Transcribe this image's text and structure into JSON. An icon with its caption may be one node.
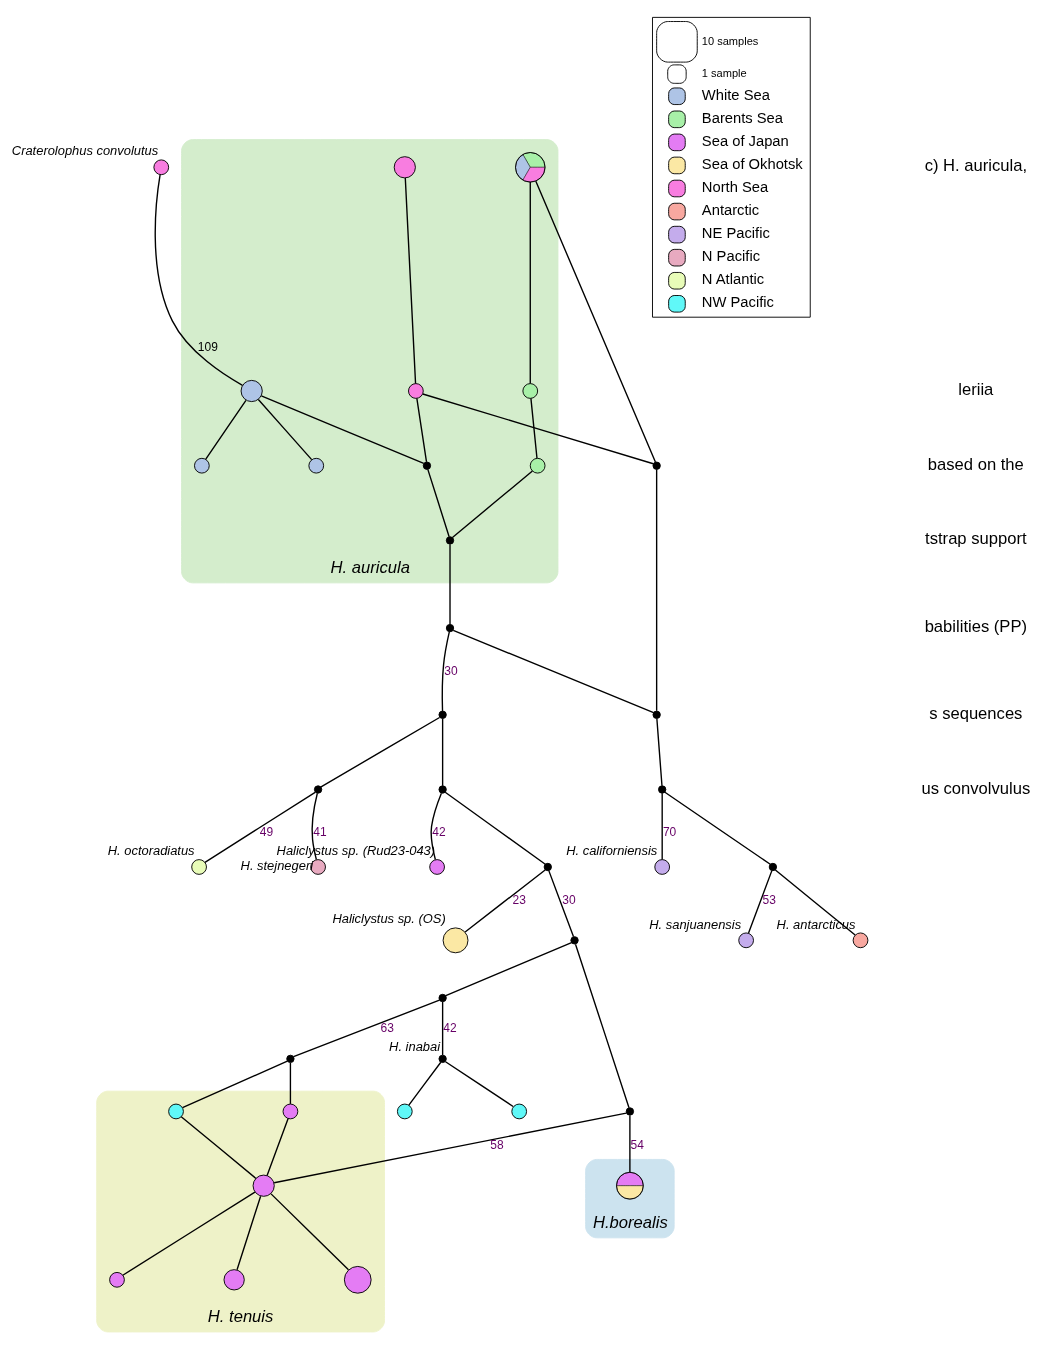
{
  "diagram": {
    "nodes": [
      {
        "text": [],
        "shape": "circle",
        "beside": [
          "Craterolophus convolutus"
        ]
      },
      {
        "text": [
          "H. auricula"
        ]
      },
      {
        "text": [],
        "shape": "circle",
        "in": 1
      },
      {
        "text": [],
        "shape": "circle",
        "in": 1
      },
      {
        "text": [],
        "shape": "circle",
        "in": 1
      },
      {
        "text": [],
        "shape": "circle",
        "in": 1
      },
      {
        "text": [],
        "shape": "circle",
        "in": 1
      },
      {
        "text": [],
        "shape": "circle",
        "in": 1
      },
      {
        "text": [],
        "shape": "circle",
        "in": 1
      },
      {
        "text": [],
        "shape": "circle",
        "in": 1
      },
      {
        "text": [],
        "shape": "circle",
        "in": 1
      },
      {
        "text": [],
        "shape": "circle",
        "in": 1
      },
      {
        "text": [],
        "shape": "circle",
        "beside": [
          "H. californiensis"
        ]
      },
      {
        "text": [],
        "shape": "circle",
        "beside": [
          "H. sanjuanensis"
        ]
      },
      {
        "text": [],
        "shape": "circle"
      },
      {
        "text": [],
        "shape": "circle"
      },
      {
        "text": [],
        "shape": "circle"
      },
      {
        "text": [],
        "shape": "circle"
      },
      {
        "text": [],
        "shape": "circle"
      },
      {
        "text": [],
        "shape": "circle",
        "beside": [
          "H. antarcticus"
        ]
      },
      {
        "text": [],
        "shape": "circle",
        "beside": [
          "Haliclystus sp. (Rud23-043)"
        ]
      },
      {
        "text": [],
        "shape": "circle"
      },
      {
        "text": [],
        "shape": "circle"
      },
      {
        "text": [],
        "shape": "circle"
      },
      {
        "text": [],
        "shape": "circle",
        "beside": [
          "H. octoradiatus"
        ]
      },
      {
        "text": [],
        "shape": "circle",
        "beside": [
          "H. stejnegeri"
        ]
      },
      {
        "text": [],
        "shape": "circle"
      },
      {
        "text": [],
        "shape": "circle",
        "beside": [
          "Haliclystus sp. (OS)"
        ]
      },
      {
        "text": [],
        "shape": "circle"
      },
      {
        "text": [],
        "shape": "circle"
      },
      {
        "text": [],
        "shape": "circle"
      },
      {
        "text": [
          "H.borealis"
        ]
      },
      {
        "text": [],
        "shape": "circle",
        "in": 31
      },
      {
        "text": [],
        "shape": "circle",
        "beside": [
          "H. inabai"
        ]
      },
      {
        "text": [],
        "shape": "circle"
      },
      {
        "text": [],
        "shape": "circle"
      },
      {
        "text": [
          "H. tenuis"
        ]
      },
      {
        "text": [],
        "shape": "circle",
        "in": 36
      },
      {
        "text": [],
        "shape": "circle",
        "in": 36
      },
      {
        "text": [],
        "shape": "circle",
        "in": 36
      },
      {
        "text": [],
        "shape": "circle",
        "in": 36
      },
      {
        "text": [],
        "shape": "circle",
        "in": 36
      },
      {
        "text": [],
        "shape": "circle"
      },
      {
        "text": [],
        "shape": "circle",
        "in": 36
      }
    ],
    "edges": [
      {
        "from": 0,
        "to": 5,
        "arrow": "none",
        "label": "109"
      },
      {
        "from": 2,
        "to": 3,
        "arrow": "none"
      },
      {
        "from": 3,
        "to": 10,
        "arrow": "none"
      },
      {
        "from": 3,
        "to": 14,
        "arrow": "none"
      },
      {
        "from": 5,
        "to": 4,
        "arrow": "none"
      },
      {
        "from": 5,
        "to": 6,
        "arrow": "none"
      },
      {
        "from": 5,
        "to": 10,
        "arrow": "none"
      },
      {
        "from": 10,
        "to": 11,
        "arrow": "none"
      },
      {
        "from": 7,
        "to": 8,
        "arrow": "none"
      },
      {
        "from": 8,
        "to": 9,
        "arrow": "none"
      },
      {
        "from": 9,
        "to": 11,
        "arrow": "none"
      },
      {
        "from": 7,
        "to": 14,
        "arrow": "none"
      },
      {
        "from": 11,
        "to": 16,
        "arrow": "none"
      },
      {
        "from": 14,
        "to": 15,
        "arrow": "none"
      },
      {
        "from": 16,
        "to": 15,
        "arrow": "none"
      },
      {
        "from": 15,
        "to": 17,
        "arrow": "none"
      },
      {
        "from": 17,
        "to": 12,
        "arrow": "none",
        "label": "70"
      },
      {
        "from": 17,
        "to": 18,
        "arrow": "none"
      },
      {
        "from": 18,
        "to": 13,
        "arrow": "none",
        "label": "53"
      },
      {
        "from": 18,
        "to": 19,
        "arrow": "none"
      },
      {
        "from": 16,
        "to": 22,
        "arrow": "none",
        "label": "30"
      },
      {
        "from": 22,
        "to": 21,
        "arrow": "none"
      },
      {
        "from": 21,
        "to": 24,
        "arrow": "none",
        "label": "49"
      },
      {
        "from": 21,
        "to": 25,
        "arrow": "none",
        "label": "41"
      },
      {
        "from": 22,
        "to": 23,
        "arrow": "none"
      },
      {
        "from": 23,
        "to": 20,
        "arrow": "none",
        "label": "42"
      },
      {
        "from": 23,
        "to": 26,
        "arrow": "none"
      },
      {
        "from": 26,
        "to": 27,
        "arrow": "none",
        "label": "23"
      },
      {
        "from": 26,
        "to": 28,
        "arrow": "none",
        "label": "30"
      },
      {
        "from": 28,
        "to": 29,
        "arrow": "none"
      },
      {
        "from": 28,
        "to": 30,
        "arrow": "none"
      },
      {
        "from": 30,
        "to": 32,
        "arrow": "none",
        "label": "54"
      },
      {
        "from": 30,
        "to": 40,
        "arrow": "none",
        "label": "58"
      },
      {
        "from": 29,
        "to": 33,
        "arrow": "none",
        "label": "42"
      },
      {
        "from": 29,
        "to": 42,
        "arrow": "none",
        "label": "63"
      },
      {
        "from": 33,
        "to": 34,
        "arrow": "none"
      },
      {
        "from": 33,
        "to": 35,
        "arrow": "none"
      },
      {
        "from": 42,
        "to": 39,
        "arrow": "none"
      },
      {
        "from": 42,
        "to": 43,
        "arrow": "none"
      },
      {
        "from": 39,
        "to": 40,
        "arrow": "none"
      },
      {
        "from": 40,
        "to": 37,
        "arrow": "none"
      },
      {
        "from": 40,
        "to": 38,
        "arrow": "none"
      },
      {
        "from": 40,
        "to": 41,
        "arrow": "none"
      },
      {
        "from": 43,
        "to": 40,
        "arrow": "none"
      }
    ],
    "labels": [
      "c) H. auricula,",
      "leriia",
      "based on the",
      "tstrap support",
      "babilities (PP)",
      "s sequences",
      "us convolvulus"
    ],
    "legend": [
      {
        "text": "10 samples"
      },
      {
        "text": "1 sample"
      },
      {
        "text": "White Sea",
        "color": "#aec4e6"
      },
      {
        "text": "Barents Sea",
        "color": "#a8f0a8"
      },
      {
        "text": "Sea of Japan",
        "color": "#e47cf4"
      },
      {
        "text": "Sea of Okhotsk",
        "color": "#fbe8a4"
      },
      {
        "text": "North Sea",
        "color": "#f87de0"
      },
      {
        "text": "Antarctic",
        "color": "#f8a8a0"
      },
      {
        "text": "NE Pacific",
        "color": "#c4acec"
      },
      {
        "text": "N Pacific",
        "color": "#e8aac0"
      },
      {
        "text": "N Atlantic",
        "color": "#e8fcb8"
      },
      {
        "text": "NW Pacific",
        "color": "#60f8f8"
      }
    ]
  }
}
